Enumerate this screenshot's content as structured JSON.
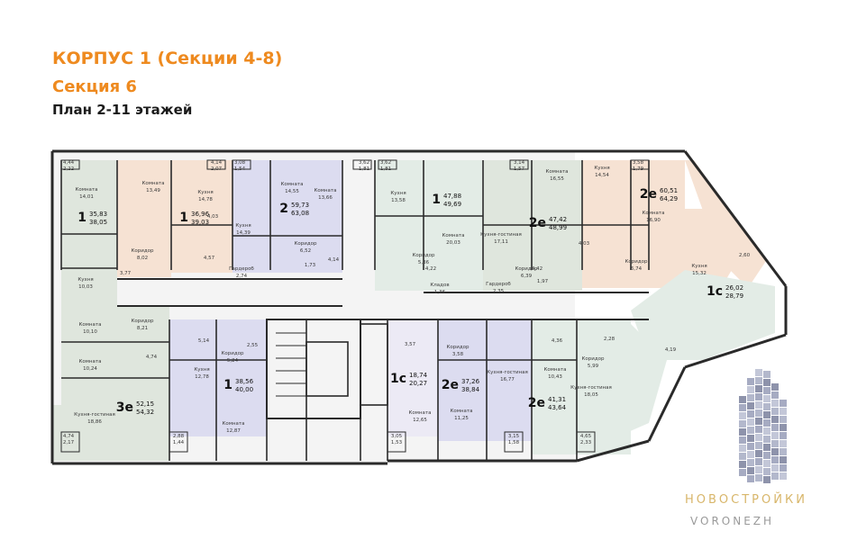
{
  "header": {
    "title1": "КОРПУС 1 (Секции 4-8)",
    "title2": "Секция 6",
    "subtitle": "План 2-11 этажей"
  },
  "colors": {
    "wall": "#2a2a2a",
    "green": "#dfe6dd",
    "peach": "#f6e2d3",
    "blue": "#dcdcf0",
    "mint": "#e3ece6",
    "accent": "#ee8a1f",
    "gold": "#d8b66a"
  },
  "brand": {
    "name": "НОВОСТРОЙКИ",
    "city": "VORONEZH",
    "icon": "building-logo-icon"
  },
  "apartments": [
    {
      "type": "1",
      "area1": "35,83",
      "area2": "38,05"
    },
    {
      "type": "1",
      "area1": "36,96",
      "area2": "39,03"
    },
    {
      "type": "2",
      "area1": "59,73",
      "area2": "63,08"
    },
    {
      "type": "1",
      "area1": "47,88",
      "area2": "49,69"
    },
    {
      "type": "2е",
      "area1": "47,42",
      "area2": "48,99"
    },
    {
      "type": "2е",
      "area1": "60,51",
      "area2": "64,29"
    },
    {
      "type": "1с",
      "area1": "26,02",
      "area2": "28,79"
    },
    {
      "type": "3е",
      "area1": "52,15",
      "area2": "54,32"
    },
    {
      "type": "1",
      "area1": "38,56",
      "area2": "40,00"
    },
    {
      "type": "1с",
      "area1": "18,74",
      "area2": "20,27"
    },
    {
      "type": "2е",
      "area1": "37,26",
      "area2": "38,84"
    },
    {
      "type": "2е",
      "area1": "41,31",
      "area2": "43,64"
    }
  ],
  "rooms": [
    {
      "name": "Комната",
      "size": "14,01"
    },
    {
      "name": "Комната",
      "size": "13,49"
    },
    {
      "name": "Кухня",
      "size": "14,78"
    },
    {
      "name": "Коридор",
      "size": "8,02"
    },
    {
      "name": "Кухня",
      "size": "10,03"
    },
    {
      "name": "Комната",
      "size": "14,55"
    },
    {
      "name": "Комната",
      "size": "13,66"
    },
    {
      "name": "Кухня",
      "size": "14,39"
    },
    {
      "name": "Коридор",
      "size": "6,52"
    },
    {
      "name": "Гардероб",
      "size": "2,74"
    },
    {
      "name": "Кухня",
      "size": "13,58"
    },
    {
      "name": "Комната",
      "size": "20,03"
    },
    {
      "name": "Коридор",
      "size": "5,36"
    },
    {
      "name": "Кладов",
      "size": "1,36"
    },
    {
      "name": "Кухня-гостиная",
      "size": "17,11"
    },
    {
      "name": "Комната",
      "size": "16,55"
    },
    {
      "name": "Коридор",
      "size": "6,39"
    },
    {
      "name": "Гардероб",
      "size": "2,35"
    },
    {
      "name": "Кухня",
      "size": "14,54"
    },
    {
      "name": "Комната",
      "size": "16,90"
    },
    {
      "name": "Коридор",
      "size": "6,74"
    },
    {
      "name": "Кухня",
      "size": "15,32"
    },
    {
      "name": "Комната",
      "size": "10,10"
    },
    {
      "name": "Коридор",
      "size": "8,21"
    },
    {
      "name": "Комната",
      "size": "10,24"
    },
    {
      "name": "Кухня-гостиная",
      "size": "18,86"
    },
    {
      "name": "Кухня",
      "size": "12,78"
    },
    {
      "name": "Коридор",
      "size": "5,24"
    },
    {
      "name": "Комната",
      "size": "12,87"
    },
    {
      "name": "Комната",
      "size": "12,65"
    },
    {
      "name": "Коридор",
      "size": "3,58"
    },
    {
      "name": "Комната",
      "size": "11,25"
    },
    {
      "name": "Кухня-гостиная",
      "size": "16,77"
    },
    {
      "name": "Комната",
      "size": "10,43"
    },
    {
      "name": "Коридор",
      "size": "5,99"
    },
    {
      "name": "Кухня-гостиная",
      "size": "18,05"
    }
  ],
  "balconies": [
    {
      "a": "4,44",
      "b": "2,22"
    },
    {
      "a": "4,14",
      "b": "2,07"
    },
    {
      "a": "3,08",
      "b": "1,54"
    },
    {
      "a": "3,62",
      "b": "1,81"
    },
    {
      "a": "3,62",
      "b": "1,81"
    },
    {
      "a": "3,14",
      "b": "1,57"
    },
    {
      "a": "3,58",
      "b": "1,79"
    },
    {
      "a": "4,74",
      "b": "2,17"
    },
    {
      "a": "2,88",
      "b": "1,44"
    },
    {
      "a": "3,05",
      "b": "1,53"
    },
    {
      "a": "3,15",
      "b": "1,58"
    },
    {
      "a": "4,65",
      "b": "2,33"
    }
  ],
  "misc": [
    "3,77",
    "4,03",
    "4,57",
    "1,73",
    "4,14",
    "4,22",
    "4,42",
    "1,97",
    "4,03",
    "4,74",
    "5,14",
    "2,55",
    "3,57",
    "2,28",
    "4,36",
    "4,19",
    "2,60"
  ]
}
